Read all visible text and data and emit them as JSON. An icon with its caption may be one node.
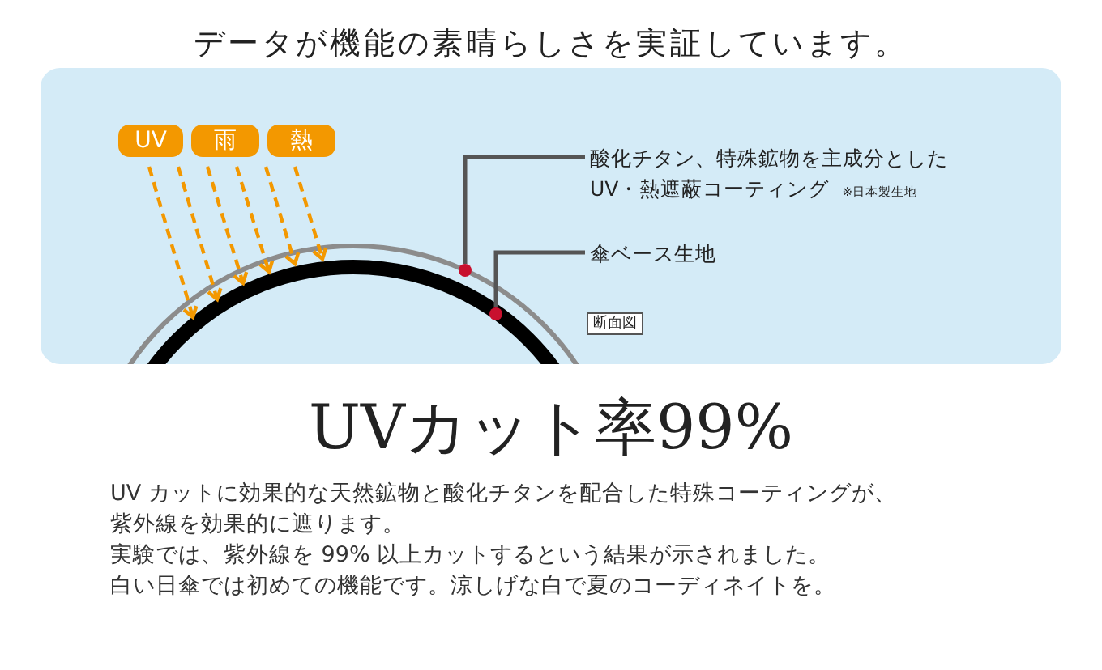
{
  "diagram": {
    "title": "データが機能の素晴らしさを実証しています。",
    "nodes": [
      {
        "text": [
          "UV"
        ]
      },
      {
        "text": [
          "雨"
        ]
      },
      {
        "text": [
          "熱"
        ]
      },
      {
        "text": [
          "酸化チタン、特殊鉱物を主成分としたUV・熱遮蔽コーティング"
        ],
        "beside": [
          "※日本製生地"
        ]
      },
      {
        "text": [],
        "shape": "dot"
      },
      {
        "text": [
          "傘ベース生地"
        ]
      },
      {
        "text": [],
        "shape": "dot"
      },
      {
        "text": [
          "断面図"
        ]
      }
    ],
    "edges": [
      {
        "from": 3,
        "to": 4,
        "arrow": "none"
      },
      {
        "from": 5,
        "to": 6,
        "arrow": "none"
      }
    ],
    "labels": [
      "UVカット率99%",
      "UV カットに効果的な天然鉱物と酸化チタンを配合した特殊コーティングが、",
      "紫外線を効果的に遮ります。",
      "実験では、紫外線を 99% 以上カットするという結果が示されました。",
      "白い日傘では初めての機能です。涼しげな白で夏のコーディネイトを。"
    ]
  }
}
